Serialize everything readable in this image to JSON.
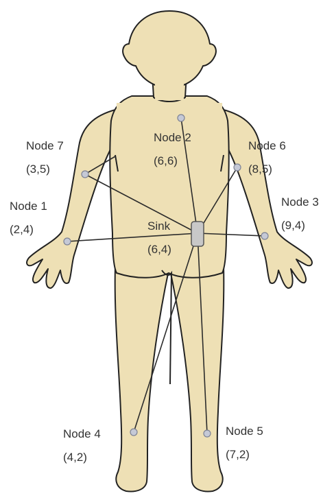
{
  "colors": {
    "body_fill": "#EEE0B5",
    "outline": "#222222",
    "link": "#2b2b2b",
    "node": "#c5c9d6",
    "sink": "#c8c8c8"
  },
  "sink": {
    "name": "Sink",
    "coord": "(6,4)"
  },
  "nodes": [
    {
      "name": "Node 1",
      "coord": "(2,4)"
    },
    {
      "name": "Node 2",
      "coord": "(6,6)"
    },
    {
      "name": "Node 3",
      "coord": "(9,4)"
    },
    {
      "name": "Node 4",
      "coord": "(4,2)"
    },
    {
      "name": "Node 5",
      "coord": "(7,2)"
    },
    {
      "name": "Node 6",
      "coord": "(8,5)"
    },
    {
      "name": "Node 7",
      "coord": "(3,5)"
    }
  ]
}
